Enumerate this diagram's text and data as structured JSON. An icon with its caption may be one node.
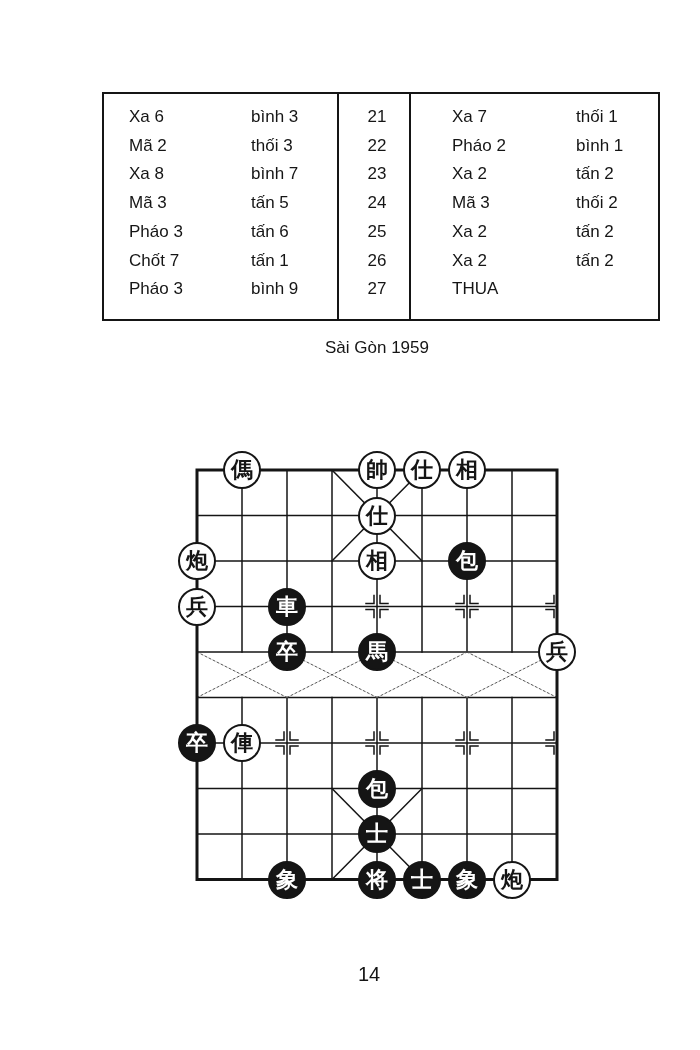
{
  "diagram": {
    "caption": "Sài Gòn 1959",
    "nodes": [
      {
        "text": [
          "傌"
        ]
      },
      {
        "text": [
          "帥"
        ]
      },
      {
        "text": [
          "仕"
        ]
      },
      {
        "text": [
          "相"
        ]
      },
      {
        "text": [
          "仕"
        ]
      },
      {
        "text": [
          "炮"
        ]
      },
      {
        "text": [
          "相"
        ]
      },
      {
        "text": [
          "包"
        ]
      },
      {
        "text": [
          "兵"
        ]
      },
      {
        "text": [
          "車"
        ]
      },
      {
        "text": [
          "卒"
        ]
      },
      {
        "text": [
          "馬"
        ]
      },
      {
        "text": [
          "兵"
        ]
      },
      {
        "text": [
          "卒"
        ]
      },
      {
        "text": [
          "俥"
        ]
      },
      {
        "text": [
          "包"
        ]
      },
      {
        "text": [
          "士"
        ]
      },
      {
        "text": [
          "象"
        ]
      },
      {
        "text": [
          "将"
        ]
      },
      {
        "text": [
          "士"
        ]
      },
      {
        "text": [
          "象"
        ]
      },
      {
        "text": [
          "炮"
        ]
      }
    ],
    "labels": [
      "Xa 6",
      "bình 3",
      "21",
      "Xa 7",
      "thối 1",
      "Mã 2",
      "thối 3",
      "22",
      "Pháo 2",
      "bình 1",
      "Xa 8",
      "bình 7",
      "23",
      "Xa 2",
      "tấn 2",
      "Mã 3",
      "tấn 5",
      "24",
      "Mã 3",
      "thối 2",
      "Pháo 3",
      "tấn 6",
      "25",
      "Xa 2",
      "tấn 2",
      "Chốt 7",
      "tấn 1",
      "26",
      "Xa 2",
      "tấn 2",
      "Pháo 3",
      "bình 9",
      "27",
      "THUA",
      "14"
    ]
  }
}
